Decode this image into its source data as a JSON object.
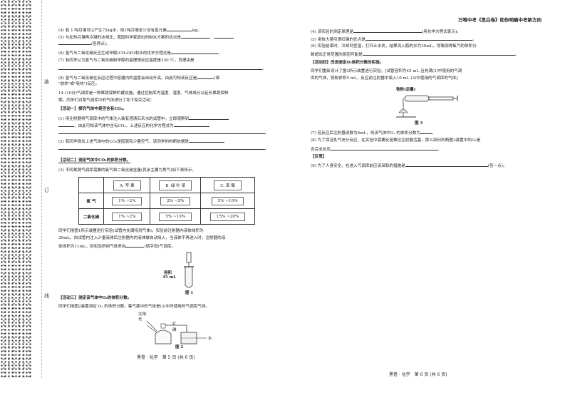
{
  "header": {
    "slogan": "万唯中考《黑白卷》助你明确中考新方向"
  },
  "binding": {
    "chars": [
      "装",
      "订",
      "线"
    ]
  },
  "left": {
    "lines": [
      "(4) 若 1 吨月壤可以产生72kg水，则1吨月壤至少含有氢元素",
      "kg。",
      "(5) 与加热月壤再冷凝的冰相比，我国科学家提出的制水方案的优点是",
      "、",
      "(答两点)。",
      "(6) 氢气与二氧化碳反应生成甲醇(CH₃OH)和水的化学方程式是",
      "。",
      "(7) 有同学认为氢气与二氧化碳制甲醇的最理想反应温度是250 ℃，其理由是",
      "。",
      "(8) 氢气与二氧化碳在反应过程中容器内的温度会自动升高。由此可知该反应是",
      "(填",
      "\"放热\"或\"吸热\")反应。",
      "14.(10分)气调库是一种果蔬保鲜贮藏设施，通过控制库内温度、湿度、气体成分以延长果蔬保鲜",
      "期。同学们对某气调库中的气体进行了如下探究活动：",
      "【活动一】探究气体中是否含有CO₂。",
      "(1) 用注射器将气调库中的气体注入装有澄清石灰水的试管中，立即观察到",
      "，由此可知该气体中含有CO₂，上述反应的化学方程式为",
      "。",
      "(2) 有同学提出上述气体中的CO₂是因混有少量空气，该同学的判断依据是",
      "。",
      "【活动二】测定气体中CO₂的体积分数。",
      "(3) 不同果蔬气调库需要的氧气和二氧化碳含量(其余主要为氮气)如下表所示。",
      "同学们用图1所示装置进行实验(试管内充满待测气体)。实验前注射器内液体体积为",
      "20mL，向试管内注入少量液体后注射器内的液体被自动吸入，当液体不再进入时，注射器的液",
      "体体积为11mL。则实验所用气体来自",
      "(填字母)气调库。",
      "【活动三】测定该气体中O₂的体积分数。",
      "同学们用图2装置测定 O₂ 的体积分数。集气瓶中的气体是(3)中所使用的气调库气体。"
    ],
    "table": {
      "headers": [
        "",
        "A. 苹 果",
        "B. 绿 叶 菜",
        "C. 草 莓"
      ],
      "rows": [
        {
          "label": "氧 气",
          "values": [
            "1% ~2%",
            "2% ~5%",
            "5% ~10%"
          ]
        },
        {
          "label": "二氧化碳",
          "values": [
            "1% ~2%",
            "5% ~10%",
            "15% ~20%"
          ]
        }
      ]
    },
    "fig1": {
      "vol_label1": "容积",
      "vol_label2": "45 mL",
      "caption": "图 1"
    },
    "fig2": {
      "sun1": "太",
      "sun2": "阳",
      "sun3": "光",
      "label1": "红",
      "label2": "磷",
      "water": "水",
      "caption": "图 2"
    },
    "footer": "黑卷 · 化学　第 5 页 (共 6 页)"
  },
  "right": {
    "lines": [
      "(4) 该实验的测定原理是",
      "(用化学方程式表示)。",
      "(5) 用放大镜引燃红磷的优点是",
      "。",
      "(6) 实验结束时，冷却到室温，打开止水夹，结果流入瓶的水为30mL。导致测得氧气的体积分",
      "数超出正常范围的原因可能是",
      "。",
      "【活动四】改进测定O₂体积分数的实验。",
      "同学们重新设计了图3所示装置进行实验。[试管容积为45 mL 且充满(3)中使用的气调",
      "库的气体，铁粉体积5 mL，反应前注射器中吸入10 mL (3)中使用的气调库的气体]",
      "(7) 若反应后注射器读数为6mL，则该气体中O₂ 的体积分数为",
      "。",
      "(8) 为了保证乳气充分反应，在实验中需要反复推拉注射器活塞，那么如何判断图3装置中的O₂是",
      "否完全反应",
      "。",
      "【反思】",
      "(9) 为了人身安全，在进入气调库前应该采取的措施是",
      "(答一点)。"
    ],
    "fig3": {
      "label": "铁粉(足量)",
      "caption": "图 3"
    },
    "footer": "黑卷 · 化学　第 6 页 (共 6 页)"
  }
}
